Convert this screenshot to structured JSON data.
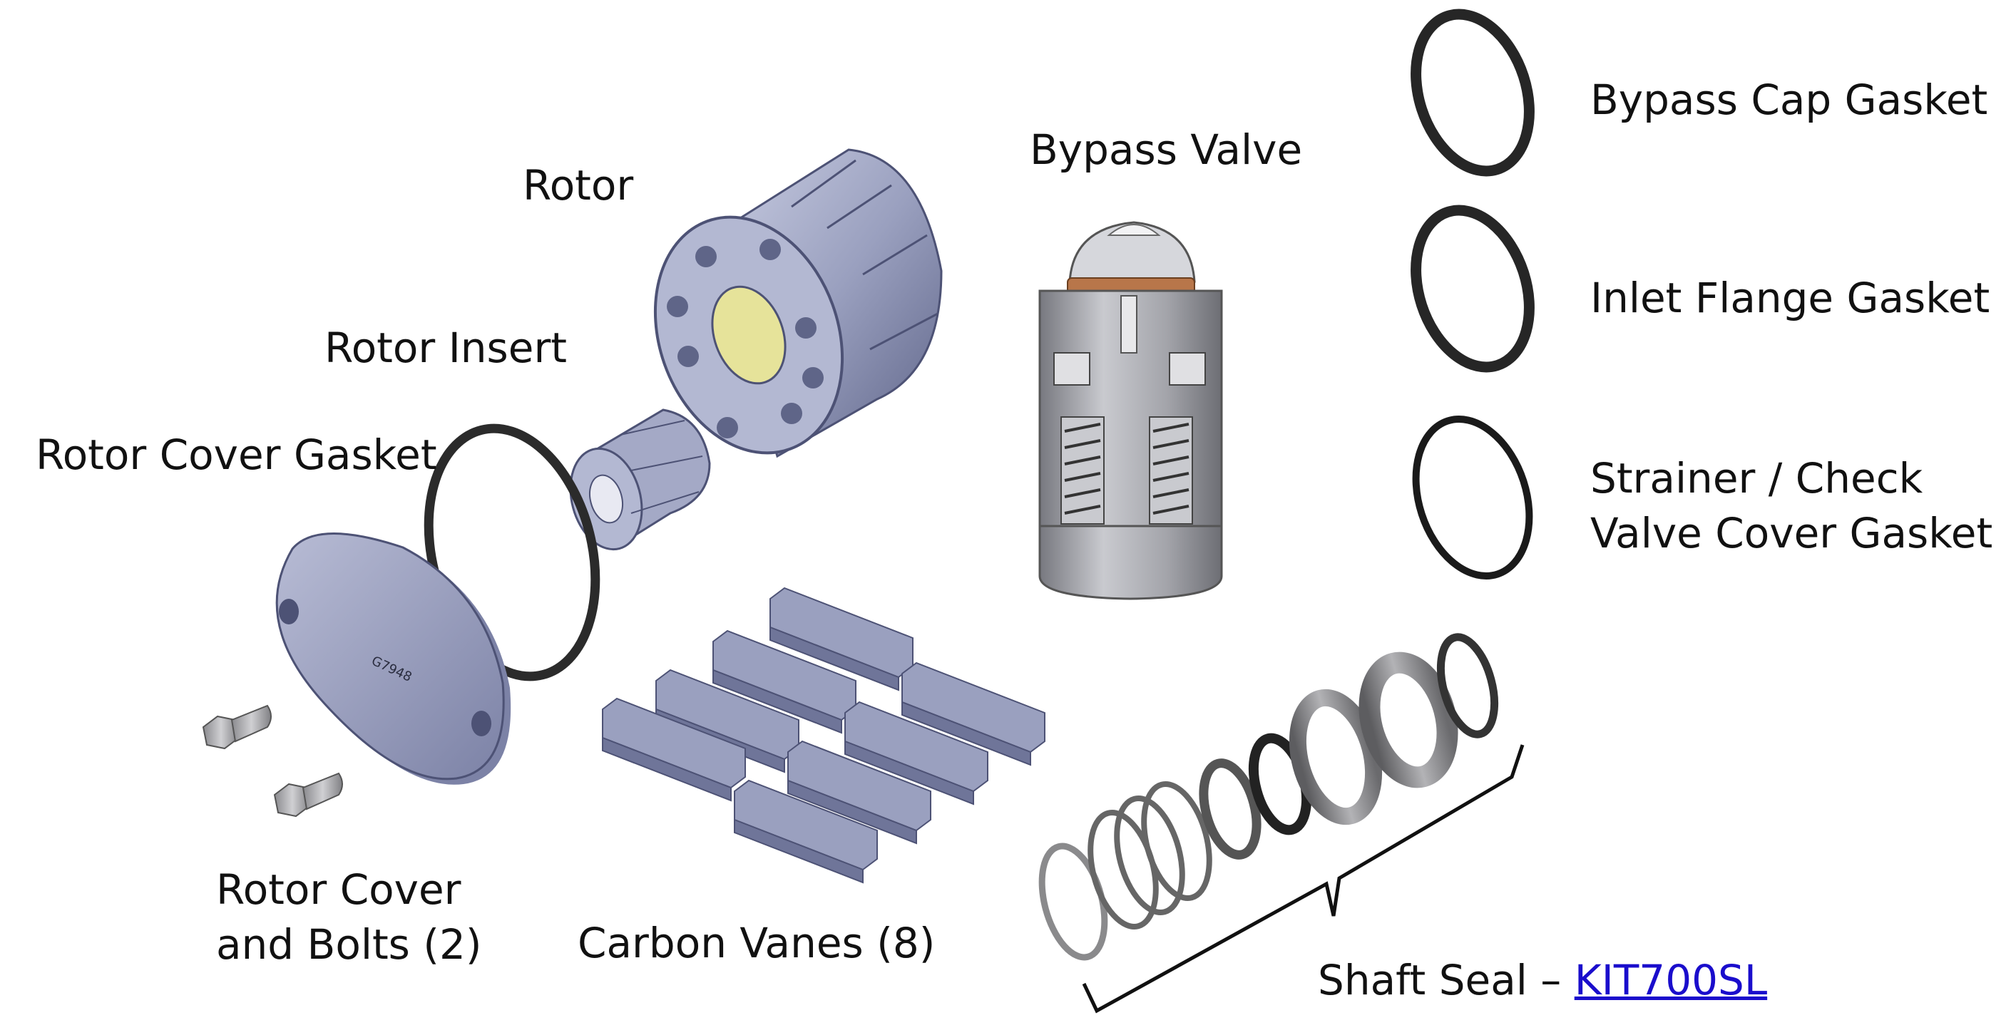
{
  "labels": {
    "rotor": "Rotor",
    "rotor_insert": "Rotor Insert",
    "rotor_cover_gasket": "Rotor Cover Gasket",
    "rotor_cover_line1": "Rotor Cover",
    "rotor_cover_line2": "and Bolts (2)",
    "carbon_vanes": "Carbon Vanes (8)",
    "bypass_valve": "Bypass Valve",
    "bypass_cap_gasket": "Bypass Cap Gasket",
    "inlet_flange_gasket": "Inlet Flange Gasket",
    "strainer_line1": "Strainer / Check",
    "strainer_line2": "Valve Cover Gasket",
    "shaft_seal_prefix": "Shaft Seal – ",
    "shaft_seal_link": "KIT700SL"
  },
  "cover_marking": "G7948",
  "colors": {
    "part_fill": "#9aa0bf",
    "part_shade": "#6f7599",
    "part_light": "#c3c7dc",
    "gasket": "#2b2b2b",
    "insert_yellow": "#e6e39a",
    "valve_body": "#a6a7ad",
    "link": "#1a0dcc"
  }
}
